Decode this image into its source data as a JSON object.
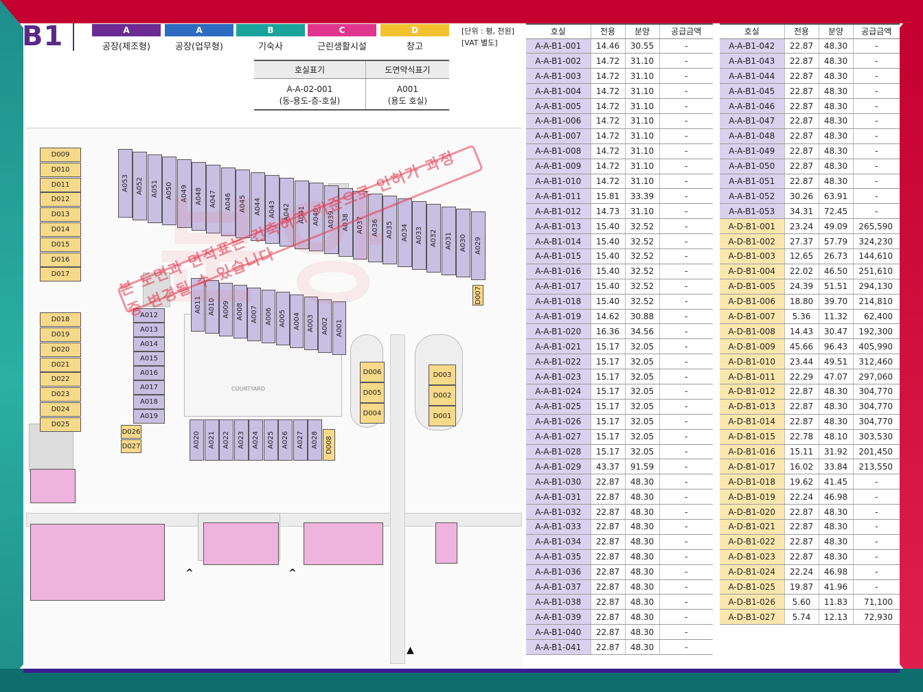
{
  "floor": "B1",
  "legend": [
    {
      "code": "A",
      "label": "공장(제조형)",
      "color": "#6a2c93"
    },
    {
      "code": "A",
      "label": "공장(업무형)",
      "color": "#2d6cc0"
    },
    {
      "code": "B",
      "label": "기숙사",
      "color": "#1aa39a"
    },
    {
      "code": "C",
      "label": "근린생활시설",
      "color": "#e0368e"
    },
    {
      "code": "D",
      "label": "창고",
      "color": "#f2c230"
    }
  ],
  "unit_note": {
    "line1": "[단위 : 평, 천원]",
    "line2": "[VAT 별도]"
  },
  "notation": {
    "col1": "호실표기",
    "col2": "도면약식표기",
    "ex1": "A-A-02-001",
    "ex1_desc": "(동-용도-층-호실)",
    "ex2": "A001",
    "ex2_desc": "(용도 호실)"
  },
  "table_headers": {
    "unit": "호실",
    "exclusive": "전용",
    "sale": "분양",
    "price": "공급금액"
  },
  "table_left": [
    [
      "A-A-B1-001",
      "14.46",
      "30.55",
      "-"
    ],
    [
      "A-A-B1-002",
      "14.72",
      "31.10",
      "-"
    ],
    [
      "A-A-B1-003",
      "14.72",
      "31.10",
      "-"
    ],
    [
      "A-A-B1-004",
      "14.72",
      "31.10",
      "-"
    ],
    [
      "A-A-B1-005",
      "14.72",
      "31.10",
      "-"
    ],
    [
      "A-A-B1-006",
      "14.72",
      "31.10",
      "-"
    ],
    [
      "A-A-B1-007",
      "14.72",
      "31.10",
      "-"
    ],
    [
      "A-A-B1-008",
      "14.72",
      "31.10",
      "-"
    ],
    [
      "A-A-B1-009",
      "14.72",
      "31.10",
      "-"
    ],
    [
      "A-A-B1-010",
      "14.72",
      "31.10",
      "-"
    ],
    [
      "A-A-B1-011",
      "15.81",
      "33.39",
      "-"
    ],
    [
      "A-A-B1-012",
      "14.73",
      "31.10",
      "-"
    ],
    [
      "A-A-B1-013",
      "15.40",
      "32.52",
      "-"
    ],
    [
      "A-A-B1-014",
      "15.40",
      "32.52",
      "-"
    ],
    [
      "A-A-B1-015",
      "15.40",
      "32.52",
      "-"
    ],
    [
      "A-A-B1-016",
      "15.40",
      "32.52",
      "-"
    ],
    [
      "A-A-B1-017",
      "15.40",
      "32.52",
      "-"
    ],
    [
      "A-A-B1-018",
      "15.40",
      "32.52",
      "-"
    ],
    [
      "A-A-B1-019",
      "14.62",
      "30.88",
      "-"
    ],
    [
      "A-A-B1-020",
      "16.36",
      "34.56",
      "-"
    ],
    [
      "A-A-B1-021",
      "15.17",
      "32.05",
      "-"
    ],
    [
      "A-A-B1-022",
      "15.17",
      "32.05",
      "-"
    ],
    [
      "A-A-B1-023",
      "15.17",
      "32.05",
      "-"
    ],
    [
      "A-A-B1-024",
      "15.17",
      "32.05",
      "-"
    ],
    [
      "A-A-B1-025",
      "15.17",
      "32.05",
      "-"
    ],
    [
      "A-A-B1-026",
      "15.17",
      "32.05",
      "-"
    ],
    [
      "A-A-B1-027",
      "15.17",
      "32.05",
      "-"
    ],
    [
      "A-A-B1-028",
      "15.17",
      "32.05",
      "-"
    ],
    [
      "A-A-B1-029",
      "43.37",
      "91.59",
      "-"
    ],
    [
      "A-A-B1-030",
      "22.87",
      "48.30",
      "-"
    ],
    [
      "A-A-B1-031",
      "22.87",
      "48.30",
      "-"
    ],
    [
      "A-A-B1-032",
      "22.87",
      "48.30",
      "-"
    ],
    [
      "A-A-B1-033",
      "22.87",
      "48.30",
      "-"
    ],
    [
      "A-A-B1-034",
      "22.87",
      "48.30",
      "-"
    ],
    [
      "A-A-B1-035",
      "22.87",
      "48.30",
      "-"
    ],
    [
      "A-A-B1-036",
      "22.87",
      "48.30",
      "-"
    ],
    [
      "A-A-B1-037",
      "22.87",
      "48.30",
      "-"
    ],
    [
      "A-A-B1-038",
      "22.87",
      "48.30",
      "-"
    ],
    [
      "A-A-B1-039",
      "22.87",
      "48.30",
      "-"
    ],
    [
      "A-A-B1-040",
      "22.87",
      "48.30",
      "-"
    ],
    [
      "A-A-B1-041",
      "22.87",
      "48.30",
      "-"
    ]
  ],
  "table_right": [
    [
      "A-A-B1-042",
      "22.87",
      "48.30",
      "-"
    ],
    [
      "A-A-B1-043",
      "22.87",
      "48.30",
      "-"
    ],
    [
      "A-A-B1-044",
      "22.87",
      "48.30",
      "-"
    ],
    [
      "A-A-B1-045",
      "22.87",
      "48.30",
      "-"
    ],
    [
      "A-A-B1-046",
      "22.87",
      "48.30",
      "-"
    ],
    [
      "A-A-B1-047",
      "22.87",
      "48.30",
      "-"
    ],
    [
      "A-A-B1-048",
      "22.87",
      "48.30",
      "-"
    ],
    [
      "A-A-B1-049",
      "22.87",
      "48.30",
      "-"
    ],
    [
      "A-A-B1-050",
      "22.87",
      "48.30",
      "-"
    ],
    [
      "A-A-B1-051",
      "22.87",
      "48.30",
      "-"
    ],
    [
      "A-A-B1-052",
      "30.26",
      "63.91",
      "-"
    ],
    [
      "A-A-B1-053",
      "34.31",
      "72.45",
      "-"
    ],
    [
      "A-D-B1-001",
      "23.24",
      "49.09",
      "265,590"
    ],
    [
      "A-D-B1-002",
      "27.37",
      "57.79",
      "324,230"
    ],
    [
      "A-D-B1-003",
      "12.65",
      "26.73",
      "144,610"
    ],
    [
      "A-D-B1-004",
      "22.02",
      "46.50",
      "251,610"
    ],
    [
      "A-D-B1-005",
      "24.39",
      "51.51",
      "294,130"
    ],
    [
      "A-D-B1-006",
      "18.80",
      "39.70",
      "214,810"
    ],
    [
      "A-D-B1-007",
      "5.36",
      "11.32",
      "62,400"
    ],
    [
      "A-D-B1-008",
      "14.43",
      "30.47",
      "192,300"
    ],
    [
      "A-D-B1-009",
      "45.66",
      "96.43",
      "405,990"
    ],
    [
      "A-D-B1-010",
      "23.44",
      "49.51",
      "312,460"
    ],
    [
      "A-D-B1-011",
      "22.29",
      "47.07",
      "297,060"
    ],
    [
      "A-D-B1-012",
      "22.87",
      "48.30",
      "304,770"
    ],
    [
      "A-D-B1-013",
      "22.87",
      "48.30",
      "304,770"
    ],
    [
      "A-D-B1-014",
      "22.87",
      "48.30",
      "304,770"
    ],
    [
      "A-D-B1-015",
      "22.78",
      "48.10",
      "303,530"
    ],
    [
      "A-D-B1-016",
      "15.11",
      "31.92",
      "201,450"
    ],
    [
      "A-D-B1-017",
      "16.02",
      "33.84",
      "213,550"
    ],
    [
      "A-D-B1-018",
      "19.62",
      "41.45",
      "-"
    ],
    [
      "A-D-B1-019",
      "22.24",
      "46.98",
      "-"
    ],
    [
      "A-D-B1-020",
      "22.87",
      "48.30",
      "-"
    ],
    [
      "A-D-B1-021",
      "22.87",
      "48.30",
      "-"
    ],
    [
      "A-D-B1-022",
      "22.87",
      "48.30",
      "-"
    ],
    [
      "A-D-B1-023",
      "22.87",
      "48.30",
      "-"
    ],
    [
      "A-D-B1-024",
      "22.24",
      "46.98",
      "-"
    ],
    [
      "A-D-B1-025",
      "19.87",
      "41.96",
      "-"
    ],
    [
      "A-D-B1-026",
      "5.60",
      "11.83",
      "71,100"
    ],
    [
      "A-D-B1-027",
      "5.74",
      "12.13",
      "72,930"
    ]
  ],
  "plan": {
    "d_left": [
      "D009",
      "D010",
      "D011",
      "D012",
      "D013",
      "D014",
      "D015",
      "D016",
      "D017",
      "D018",
      "D019",
      "D020",
      "D021",
      "D022",
      "D023",
      "D024",
      "D025"
    ],
    "a_top": [
      "A053",
      "A052",
      "A051",
      "A050",
      "A049",
      "A048",
      "A047",
      "A046",
      "A045",
      "A044",
      "A043",
      "A042",
      "A041",
      "A040",
      "A039",
      "A038",
      "A037",
      "A036",
      "A035",
      "A034",
      "A033",
      "A032",
      "A031",
      "A030",
      "A029"
    ],
    "a_mid": [
      "A011",
      "A010",
      "A009",
      "A008",
      "A007",
      "A006",
      "A005",
      "A004",
      "A003",
      "A002",
      "A001"
    ],
    "a_col": [
      "A012",
      "A013",
      "A014",
      "A015",
      "A016",
      "A017",
      "A018",
      "A019"
    ],
    "a_bottom": [
      "A020",
      "A021",
      "A022",
      "A023",
      "A024",
      "A025",
      "A026",
      "A027",
      "A028"
    ],
    "d_small": [
      "D026",
      "D027",
      "D008",
      "D007"
    ],
    "d_center_left": [
      "D006",
      "D005",
      "D004"
    ],
    "d_center_right": [
      "D003",
      "D002",
      "D001"
    ],
    "courtyard": "COURTYARD",
    "stamp": "본 도면과 면적표는 건축허가 기준으로 인허가 과정 중 변경될 수 있습니다"
  }
}
